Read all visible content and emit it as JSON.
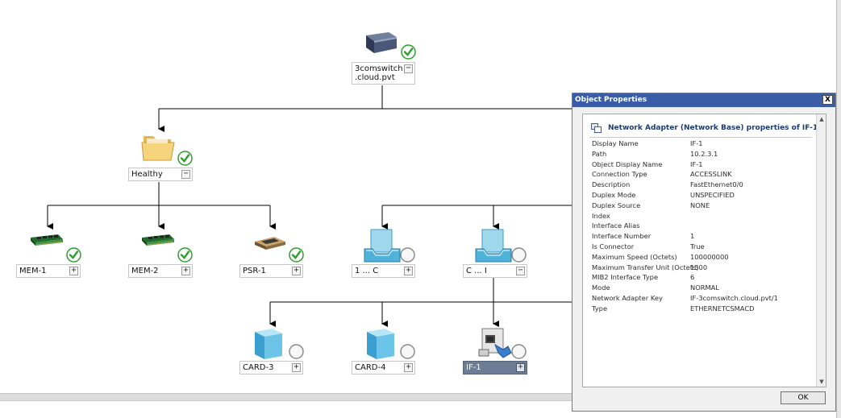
{
  "nodes": {
    "root": {
      "label_line1": "3comswitch",
      "label_line2": ".cloud.pvt",
      "toggle": "−",
      "icon": "switch-icon",
      "status": "healthy"
    },
    "healthy": {
      "label": "Healthy",
      "toggle": "−",
      "icon": "folder-icon",
      "status": "healthy"
    },
    "mem1": {
      "label": "MEM-1",
      "toggle": "+",
      "icon": "memory-icon",
      "status": "healthy"
    },
    "mem2": {
      "label": "MEM-2",
      "toggle": "+",
      "icon": "memory-icon",
      "status": "healthy"
    },
    "psr1": {
      "label": "PSR-1",
      "toggle": "+",
      "icon": "processor-icon",
      "status": "healthy"
    },
    "group1c": {
      "label": "1 ... C",
      "toggle": "+",
      "icon": "inbox-icon",
      "status": "not-monitored"
    },
    "groupci": {
      "label": "C ... I",
      "toggle": "−",
      "icon": "inbox-icon",
      "status": "not-monitored"
    },
    "card3": {
      "label": "CARD-3",
      "toggle": "+",
      "icon": "cube-icon",
      "status": "not-monitored"
    },
    "card4": {
      "label": "CARD-4",
      "toggle": "+",
      "icon": "cube-icon",
      "status": "not-monitored"
    },
    "if1": {
      "label": "IF-1",
      "toggle": "+",
      "icon": "network-adapter-icon",
      "status": "not-monitored",
      "selected": true
    }
  },
  "dialog": {
    "title": "Object Properties",
    "close": "X",
    "header": "Network Adapter (Network Base) properties of IF-1",
    "properties": [
      {
        "name": "Display Name",
        "value": "IF-1"
      },
      {
        "name": "Path",
        "value": "10.2.3.1"
      },
      {
        "name": "Object Display Name",
        "value": "IF-1"
      },
      {
        "name": "Connection Type",
        "value": "ACCESSLINK"
      },
      {
        "name": "Description",
        "value": "FastEthernet0/0"
      },
      {
        "name": "Duplex Mode",
        "value": "UNSPECIFIED"
      },
      {
        "name": "Duplex Source",
        "value": "NONE"
      },
      {
        "name": "Index",
        "value": ""
      },
      {
        "name": "Interface Alias",
        "value": ""
      },
      {
        "name": "Interface Number",
        "value": "1"
      },
      {
        "name": "Is Connector",
        "value": "True"
      },
      {
        "name": "Maximum Speed (Octets)",
        "value": "100000000"
      },
      {
        "name": "Maximum Transfer Unit (Octets)",
        "value": "1500"
      },
      {
        "name": "MIB2 Interface Type",
        "value": "6"
      },
      {
        "name": "Mode",
        "value": "NORMAL"
      },
      {
        "name": "Network Adapter Key",
        "value": "IF-3comswitch.cloud.pvt/1"
      },
      {
        "name": "Type",
        "value": "ETHERNETCSMACD"
      }
    ],
    "ok_label": "OK"
  },
  "colors": {
    "healthy": "#2e9e2e",
    "title_bar": "#3a5da8",
    "selected_label": "#6e7d96"
  }
}
